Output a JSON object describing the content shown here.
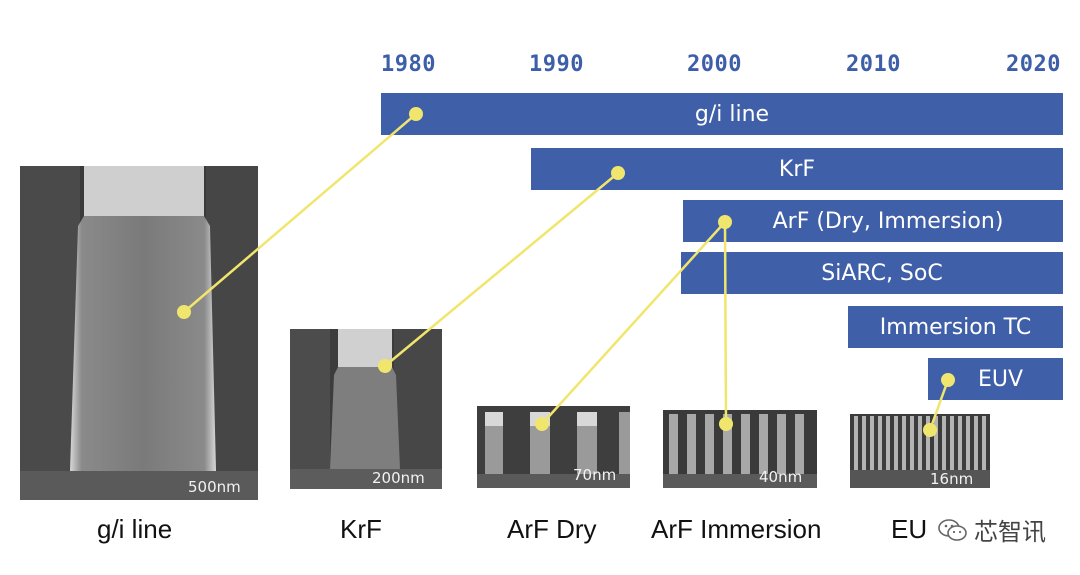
{
  "timeline": {
    "years": [
      "1980",
      "1990",
      "2000",
      "2010",
      "2020"
    ],
    "bars": [
      {
        "label": "g/i line",
        "start": 1980,
        "end": 2020
      },
      {
        "label": "KrF",
        "start": 1990,
        "end": 2020
      },
      {
        "label": "ArF (Dry, Immersion)",
        "start": 1998,
        "end": 2020
      },
      {
        "label": "SiARC, SoC",
        "start": 1998,
        "end": 2020
      },
      {
        "label": "Immersion TC",
        "start": 2008,
        "end": 2020
      },
      {
        "label": "EUV",
        "start": 2013,
        "end": 2020
      }
    ]
  },
  "images": [
    {
      "caption": "g/i line",
      "scale": "500nm"
    },
    {
      "caption": "KrF",
      "scale": "200nm"
    },
    {
      "caption": "ArF Dry",
      "scale": "70nm"
    },
    {
      "caption": "ArF Immersion",
      "scale": "40nm"
    },
    {
      "caption": "EU",
      "scale": "16nm"
    }
  ],
  "colors": {
    "bar": "#3f5fa8",
    "connector": "#f0e66e",
    "year": "#3d5ea8"
  },
  "watermark": {
    "text": "芯智讯"
  }
}
